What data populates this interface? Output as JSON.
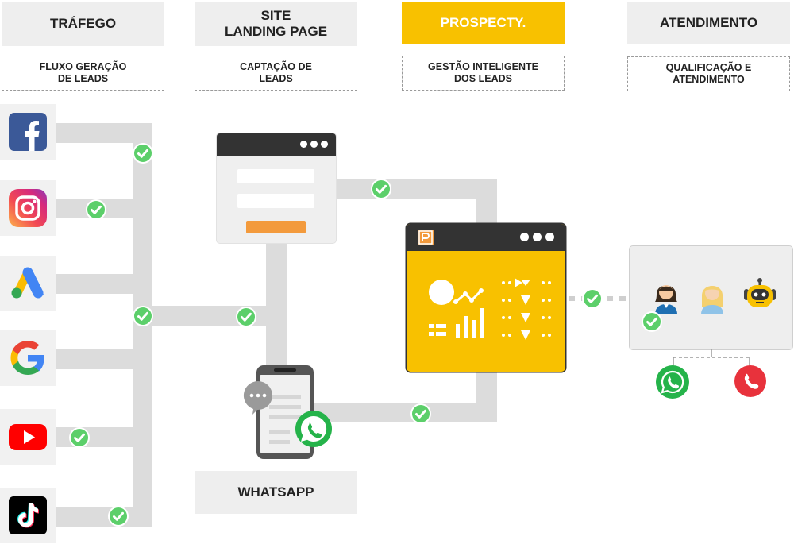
{
  "columns": {
    "trafego": {
      "title": "TRÁFEGO",
      "subtitle_line1": "FLUXO GERAÇÃO",
      "subtitle_line2": "DE LEADS"
    },
    "site": {
      "title_line1": "SITE",
      "title_line2": "LANDING PAGE",
      "subtitle_line1": "CAPTAÇÃO DE",
      "subtitle_line2": "LEADS"
    },
    "prospecty": {
      "title": "PROSPECTY.",
      "subtitle_line1": "GESTÃO INTELIGENTE",
      "subtitle_line2": "DOS LEADS"
    },
    "atendimento": {
      "title": "ATENDIMENTO",
      "subtitle_line1": "QUALIFICAÇÃO E",
      "subtitle_line2": "ATENDIMENTO"
    }
  },
  "whatsapp_label": "WHATSAPP",
  "sources": [
    "facebook-icon",
    "instagram-icon",
    "google-ads-icon",
    "google-icon",
    "youtube-icon",
    "tiktok-icon"
  ],
  "colors": {
    "accent": "#f8c100",
    "pipe": "#dcdcdc",
    "check": "#5ccf6a",
    "whatsapp": "#25b34a",
    "call": "#e8323c",
    "orange_button": "#f39a3c"
  }
}
